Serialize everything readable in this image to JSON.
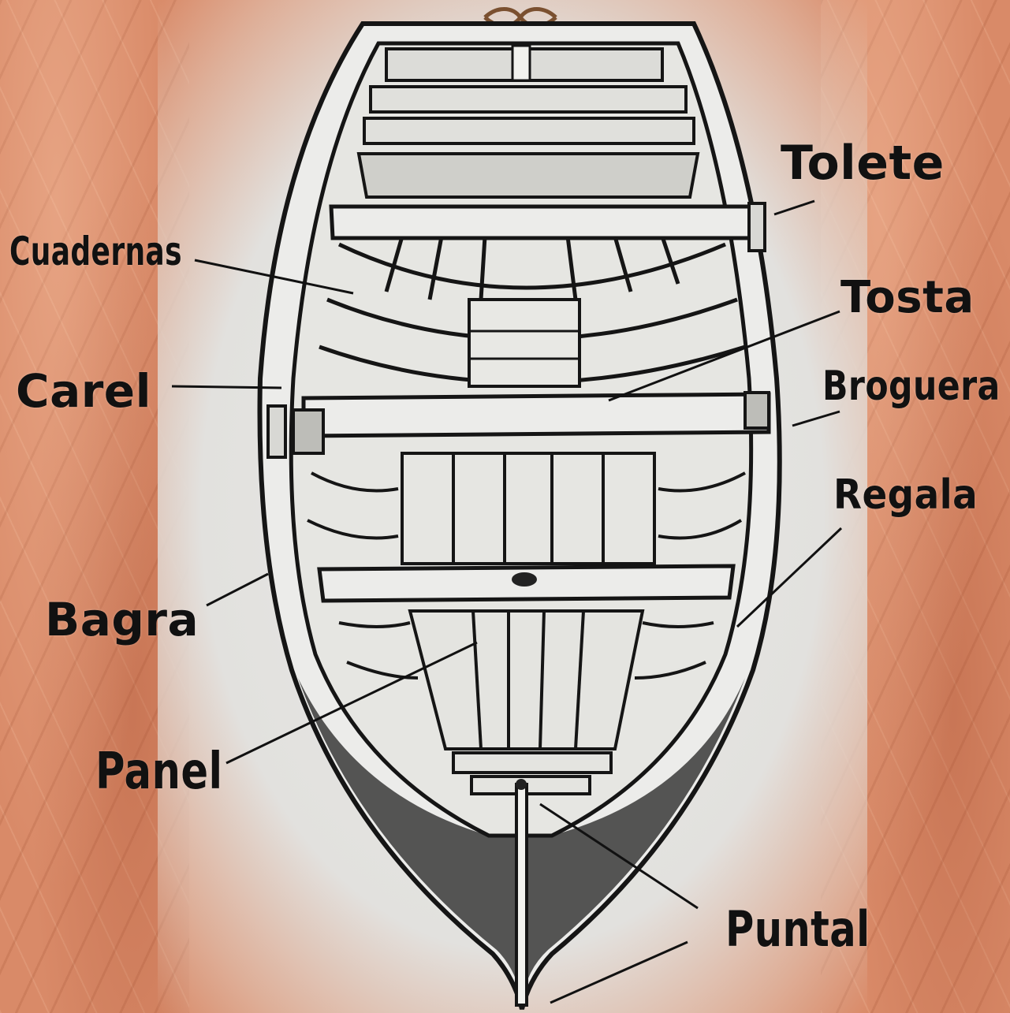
{
  "labels": {
    "tolete": "Tolete",
    "cuadernas": "Cuadernas",
    "tosta": "Tosta",
    "carel": "Carel",
    "broguera": "Broguera",
    "regala": "Regala",
    "bagra": "Bagra",
    "panel": "Panel",
    "puntal": "Puntal"
  }
}
